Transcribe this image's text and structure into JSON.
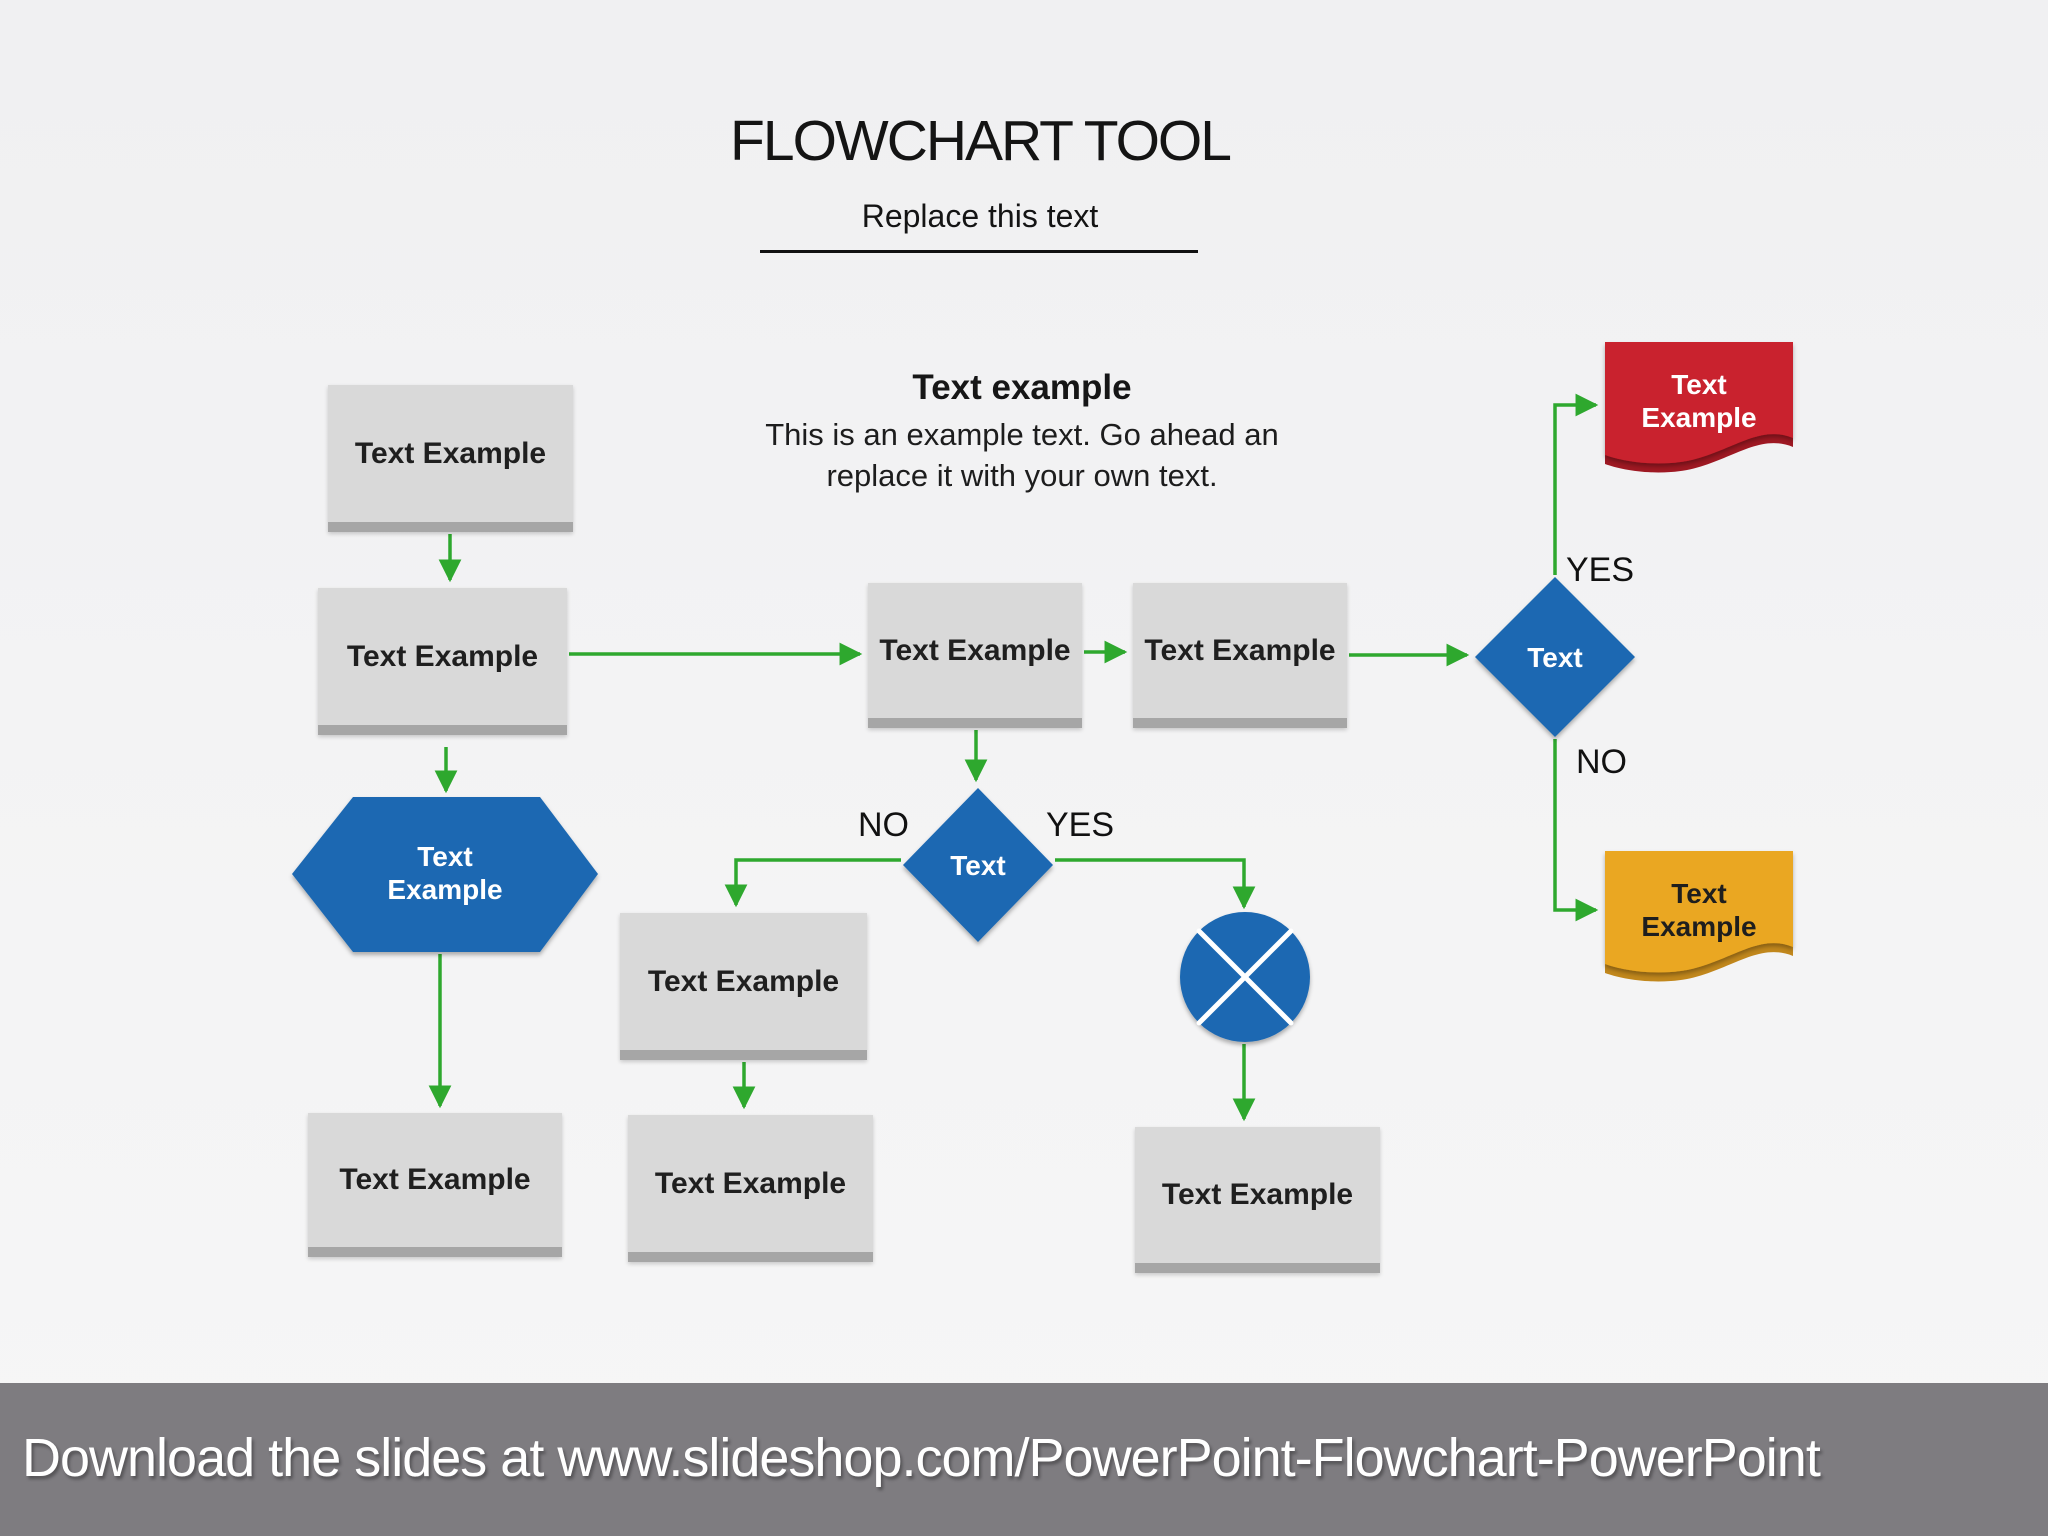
{
  "header": {
    "title": "FLOWCHART TOOL",
    "subtitle": "Replace this text"
  },
  "intro": {
    "heading": "Text example",
    "body_line1": "This is an example text. Go ahead an",
    "body_line2": "replace it with your own text."
  },
  "nodes": {
    "box_top_left": {
      "label": "Text Example"
    },
    "box_left_2": {
      "label": "Text Example"
    },
    "hexagon": {
      "label": "Text Example"
    },
    "box_bottom_left": {
      "label": "Text Example"
    },
    "box_mid_1": {
      "label": "Text Example"
    },
    "box_mid_2": {
      "label": "Text Example"
    },
    "diamond_center": {
      "label": "Text"
    },
    "diamond_right": {
      "label": "Text"
    },
    "box_no_branch": {
      "label": "Text Example"
    },
    "box_no_branch_2": {
      "label": "Text Example"
    },
    "box_below_circle": {
      "label": "Text Example"
    },
    "ribbon_red": {
      "label": "Text Example"
    },
    "ribbon_yellow": {
      "label": "Text Example"
    }
  },
  "branch_labels": {
    "diamond_right_yes": "YES",
    "diamond_right_no": "NO",
    "diamond_center_no": "NO",
    "diamond_center_yes": "YES"
  },
  "footer": {
    "text": "Download the slides at www.slideshop.com/PowerPoint-Flowchart-PowerPoint"
  },
  "colors": {
    "blue": "#1A68B2",
    "green": "#2EA82E",
    "red": "#C9202D",
    "red_fold": "#9E1822",
    "yellow": "#EAA722",
    "yellow_fold": "#C1871C",
    "box_gray": "#D9D9D9",
    "box_shadow": "#A6A6A6",
    "footer_bar": "#7E7C80"
  }
}
